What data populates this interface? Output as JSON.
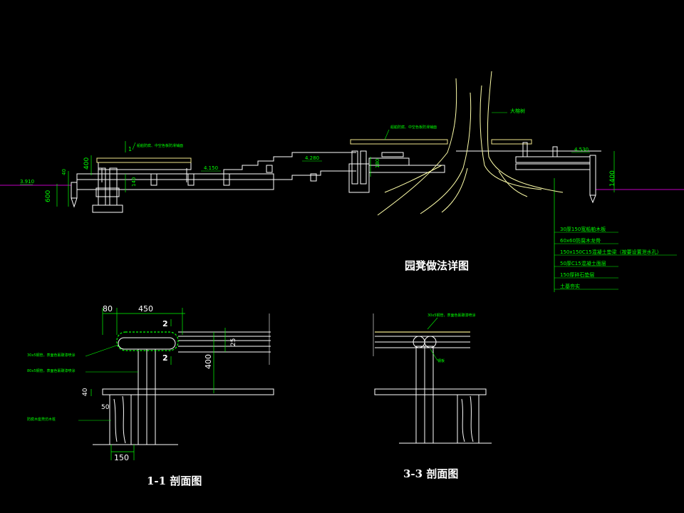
{
  "canvas": {
    "background": "#000000"
  },
  "colors": {
    "ground": "#c000c0",
    "line": "#ffffff",
    "dim": "#00ff00",
    "note": "#00ff00",
    "tree": "#ffffaa",
    "deck": "#f0e68c",
    "cyan": "#00ffff"
  },
  "main_view": {
    "title": "园凳做法详图",
    "elev_left": "3.910",
    "elev_mid1": "4.150",
    "elev_mid2": "4.280",
    "elev_right": "4.530",
    "dim_400": "400",
    "dim_40": "40",
    "dim_600": "600",
    "dim_140": "140",
    "dim_180": "180",
    "dim_1400": "1400",
    "note_left": "船舶防腐、中空色板防滑铺面",
    "note_mid": "船舶防腐、中空色板防滑铺面",
    "tree_label": "大榕树",
    "marker_1": "1",
    "layers": [
      "30厚150宽船舶木板",
      "60x60防腐木龙骨",
      "150x150C15混凝土垫梁（按要设置泄水孔）",
      "50厚C15混凝土面层",
      "150厚碎石垫层",
      "土基夯实"
    ]
  },
  "section_1": {
    "title": "1-1 剖面图",
    "dim_80": "80",
    "dim_450": "450",
    "dim_25": "25",
    "dim_400": "400",
    "dim_40": "40",
    "dim_50": "50",
    "dim_150": "150",
    "marker_2a": "2",
    "marker_2b": "2",
    "note_1": "30x5钢管，表面色氟碳漆喷涂",
    "note_2": "80x5钢管，表面色氟碳漆喷涂",
    "note_3": "防腐木座凳仿木桩"
  },
  "section_3": {
    "title": "3-3 剖面图",
    "note_1": "30x5钢管，表面色氟碳漆喷涂",
    "note_2": "钢板"
  }
}
